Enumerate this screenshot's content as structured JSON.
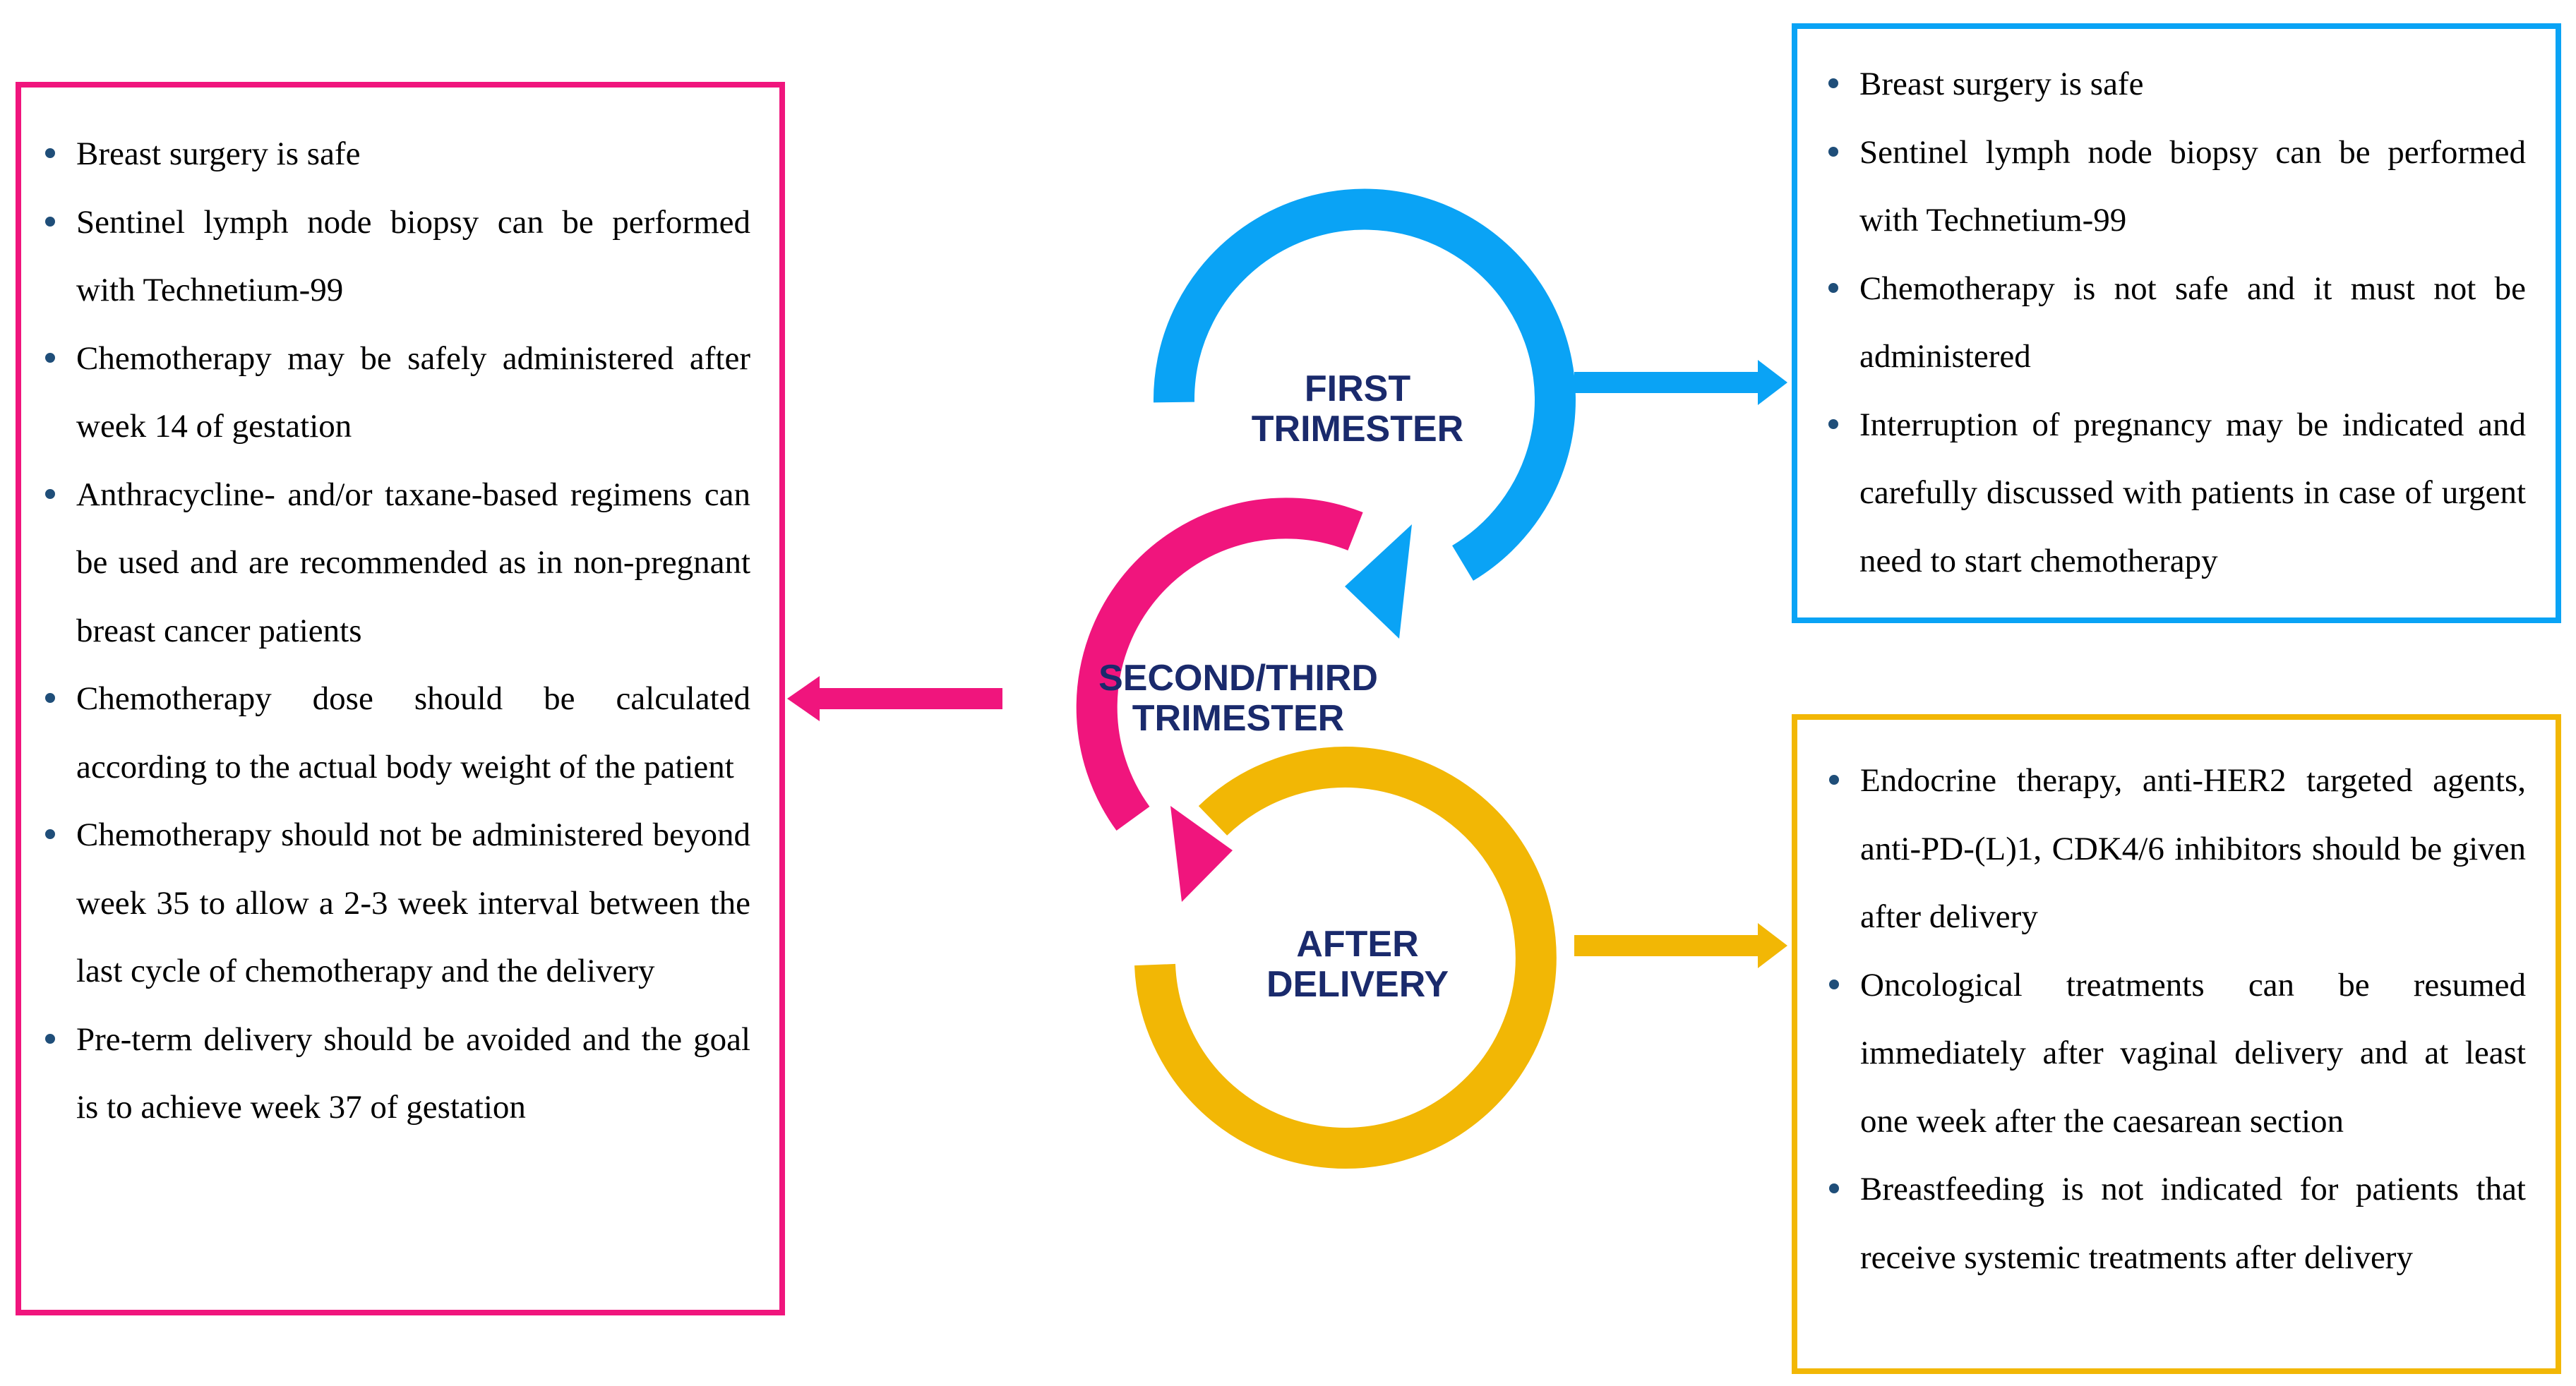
{
  "colors": {
    "first": "#0aa3f5",
    "second": "#f0157d",
    "after": "#f2b705",
    "label_text": "#1a2a6c",
    "bullet": "#1f4e79"
  },
  "stages": {
    "first": {
      "line1": "FIRST",
      "line2": "TRIMESTER"
    },
    "second": {
      "line1": "SECOND/THIRD",
      "line2": "TRIMESTER"
    },
    "after": {
      "line1": "AFTER",
      "line2": "DELIVERY"
    }
  },
  "boxes": {
    "first_trimester": [
      "Breast surgery is safe",
      "Sentinel lymph node biopsy can be performed with Technetium-99",
      "Chemotherapy is not safe and it must not be administered",
      "Interruption of pregnancy may be indicated and carefully discussed with patients in case of urgent need to start chemotherapy"
    ],
    "second_third_trimester": [
      "Breast surgery is safe",
      "Sentinel lymph node biopsy can be performed with Technetium-99",
      "Chemotherapy may be safely administered after week 14 of gestation",
      "Anthracycline- and/or taxane-based regimens can be used and are recommended as in non-pregnant breast cancer patients",
      "Chemotherapy dose should be calculated according to the actual body weight of the patient",
      "Chemotherapy should not be administered beyond week 35 to allow a 2-3 week interval between the last cycle of chemotherapy and the delivery",
      "Pre-term delivery should be avoided and the goal is to achieve week 37 of gestation"
    ],
    "after_delivery": [
      "Endocrine therapy, anti-HER2 targeted agents, anti-PD-(L)1, CDK4/6 inhibitors should be given after delivery",
      "Oncological treatments can be resumed immediately after vaginal delivery and at least one week after the caesarean section",
      "Breastfeeding is not indicated for patients that receive systemic treatments after delivery"
    ]
  }
}
